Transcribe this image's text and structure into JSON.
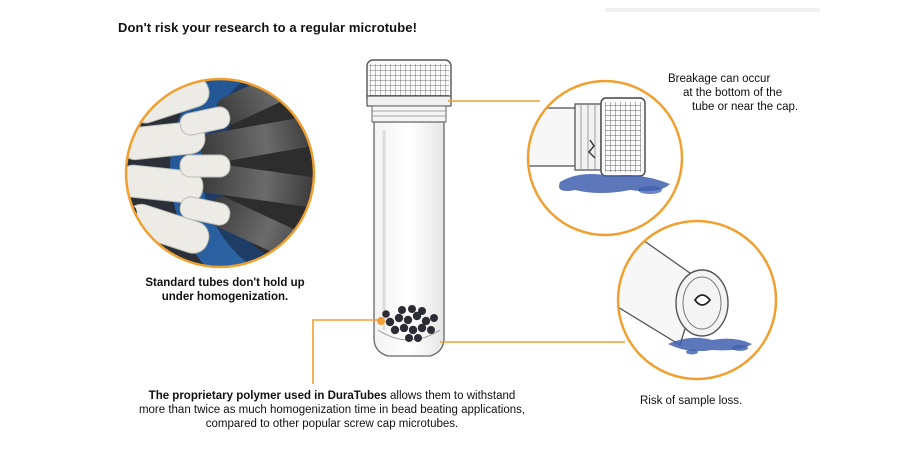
{
  "headline": "Don't risk your research to a regular microtube!",
  "captions": {
    "left": [
      "Standard tubes don't hold up",
      "under homogenization."
    ],
    "breakage": [
      "Breakage can occur",
      "at the bottom of the",
      "tube or near the cap."
    ],
    "bottom_bold": "The proprietary polymer used in DuraTubes",
    "bottom_rest_1": " allows them to withstand",
    "bottom_line_2": "more than twice as much homogenization time in bead beating applications,",
    "bottom_line_3": "compared to other popular screw cap microtubes.",
    "risk": "Risk of sample loss."
  },
  "colors": {
    "accent_orange": "#f0a030",
    "liquid_blue": "#3f5fae",
    "rotor_blue": "#2a5c9c",
    "tube_outline": "#555555"
  },
  "icons": [
    "homogenizer-photo",
    "microtube-illustration",
    "cracked-cap-tube",
    "cracked-bottom-tube",
    "bead-cluster"
  ]
}
